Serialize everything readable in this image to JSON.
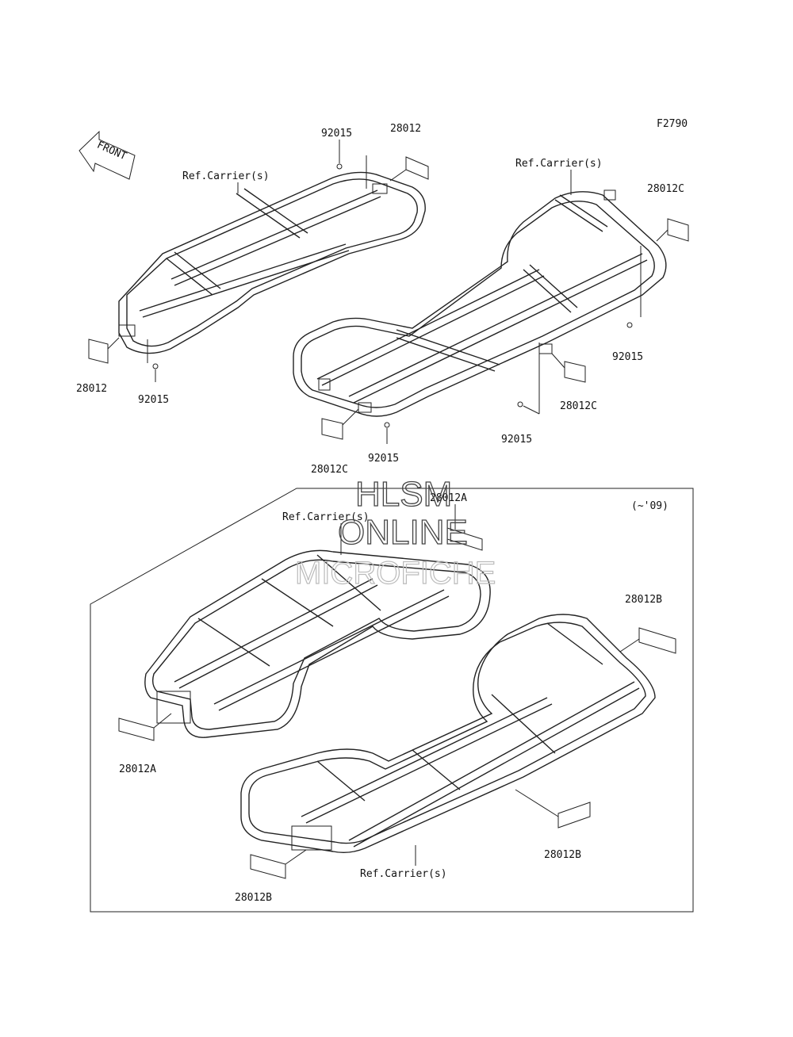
{
  "diagram": {
    "figure_code": "F2790",
    "front_label": "FRONT",
    "ref_labels": [
      "Ref.Carrier(s)",
      "Ref.Carrier(s)",
      "Ref.Carrier(s)",
      "Ref.Carrier(s)"
    ],
    "part_labels": [
      "92015",
      "28012",
      "28012",
      "92015",
      "28012C",
      "92015",
      "28012C",
      "92015",
      "28012C",
      "92015"
    ],
    "inset": {
      "year_label": "(~'09)",
      "part_labels": [
        "28012A",
        "28012A",
        "28012B",
        "28012B",
        "28012B"
      ]
    },
    "watermark": [
      "HLSM",
      "ONLINE",
      "MICROFICHE"
    ]
  }
}
